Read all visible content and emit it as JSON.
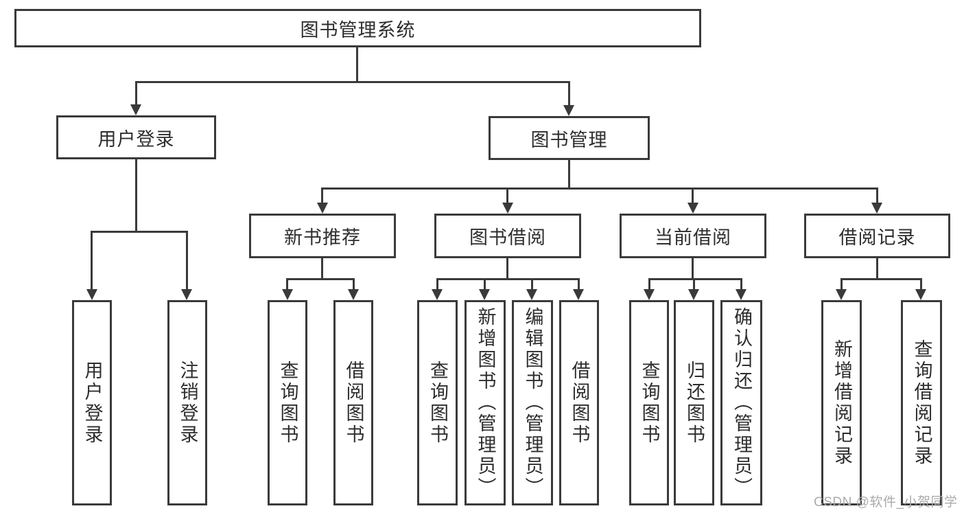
{
  "tree": {
    "root": "图书管理系统",
    "branches": [
      {
        "label": "用户登录",
        "leaves": [
          "用户登录",
          "注销登录"
        ]
      },
      {
        "label": "图书管理",
        "sections": [
          {
            "label": "新书推荐",
            "leaves": [
              "查询图书",
              "借阅图书"
            ]
          },
          {
            "label": "图书借阅",
            "leaves": [
              "查询图书",
              "新增图书（管理员）",
              "编辑图书（管理员）",
              "借阅图书"
            ]
          },
          {
            "label": "当前借阅",
            "leaves": [
              "查询图书",
              "归还图书",
              "确认归还（管理员）"
            ]
          },
          {
            "label": "借阅记录",
            "leaves": [
              "新增借阅记录",
              "查询借阅记录"
            ]
          }
        ]
      }
    ]
  },
  "watermark": "CSDN @软件_小贺同学",
  "colors": {
    "line": "#3a3a3a",
    "text": "#2d2d2d",
    "watermark": "#ababab",
    "background": "#ffffff"
  }
}
